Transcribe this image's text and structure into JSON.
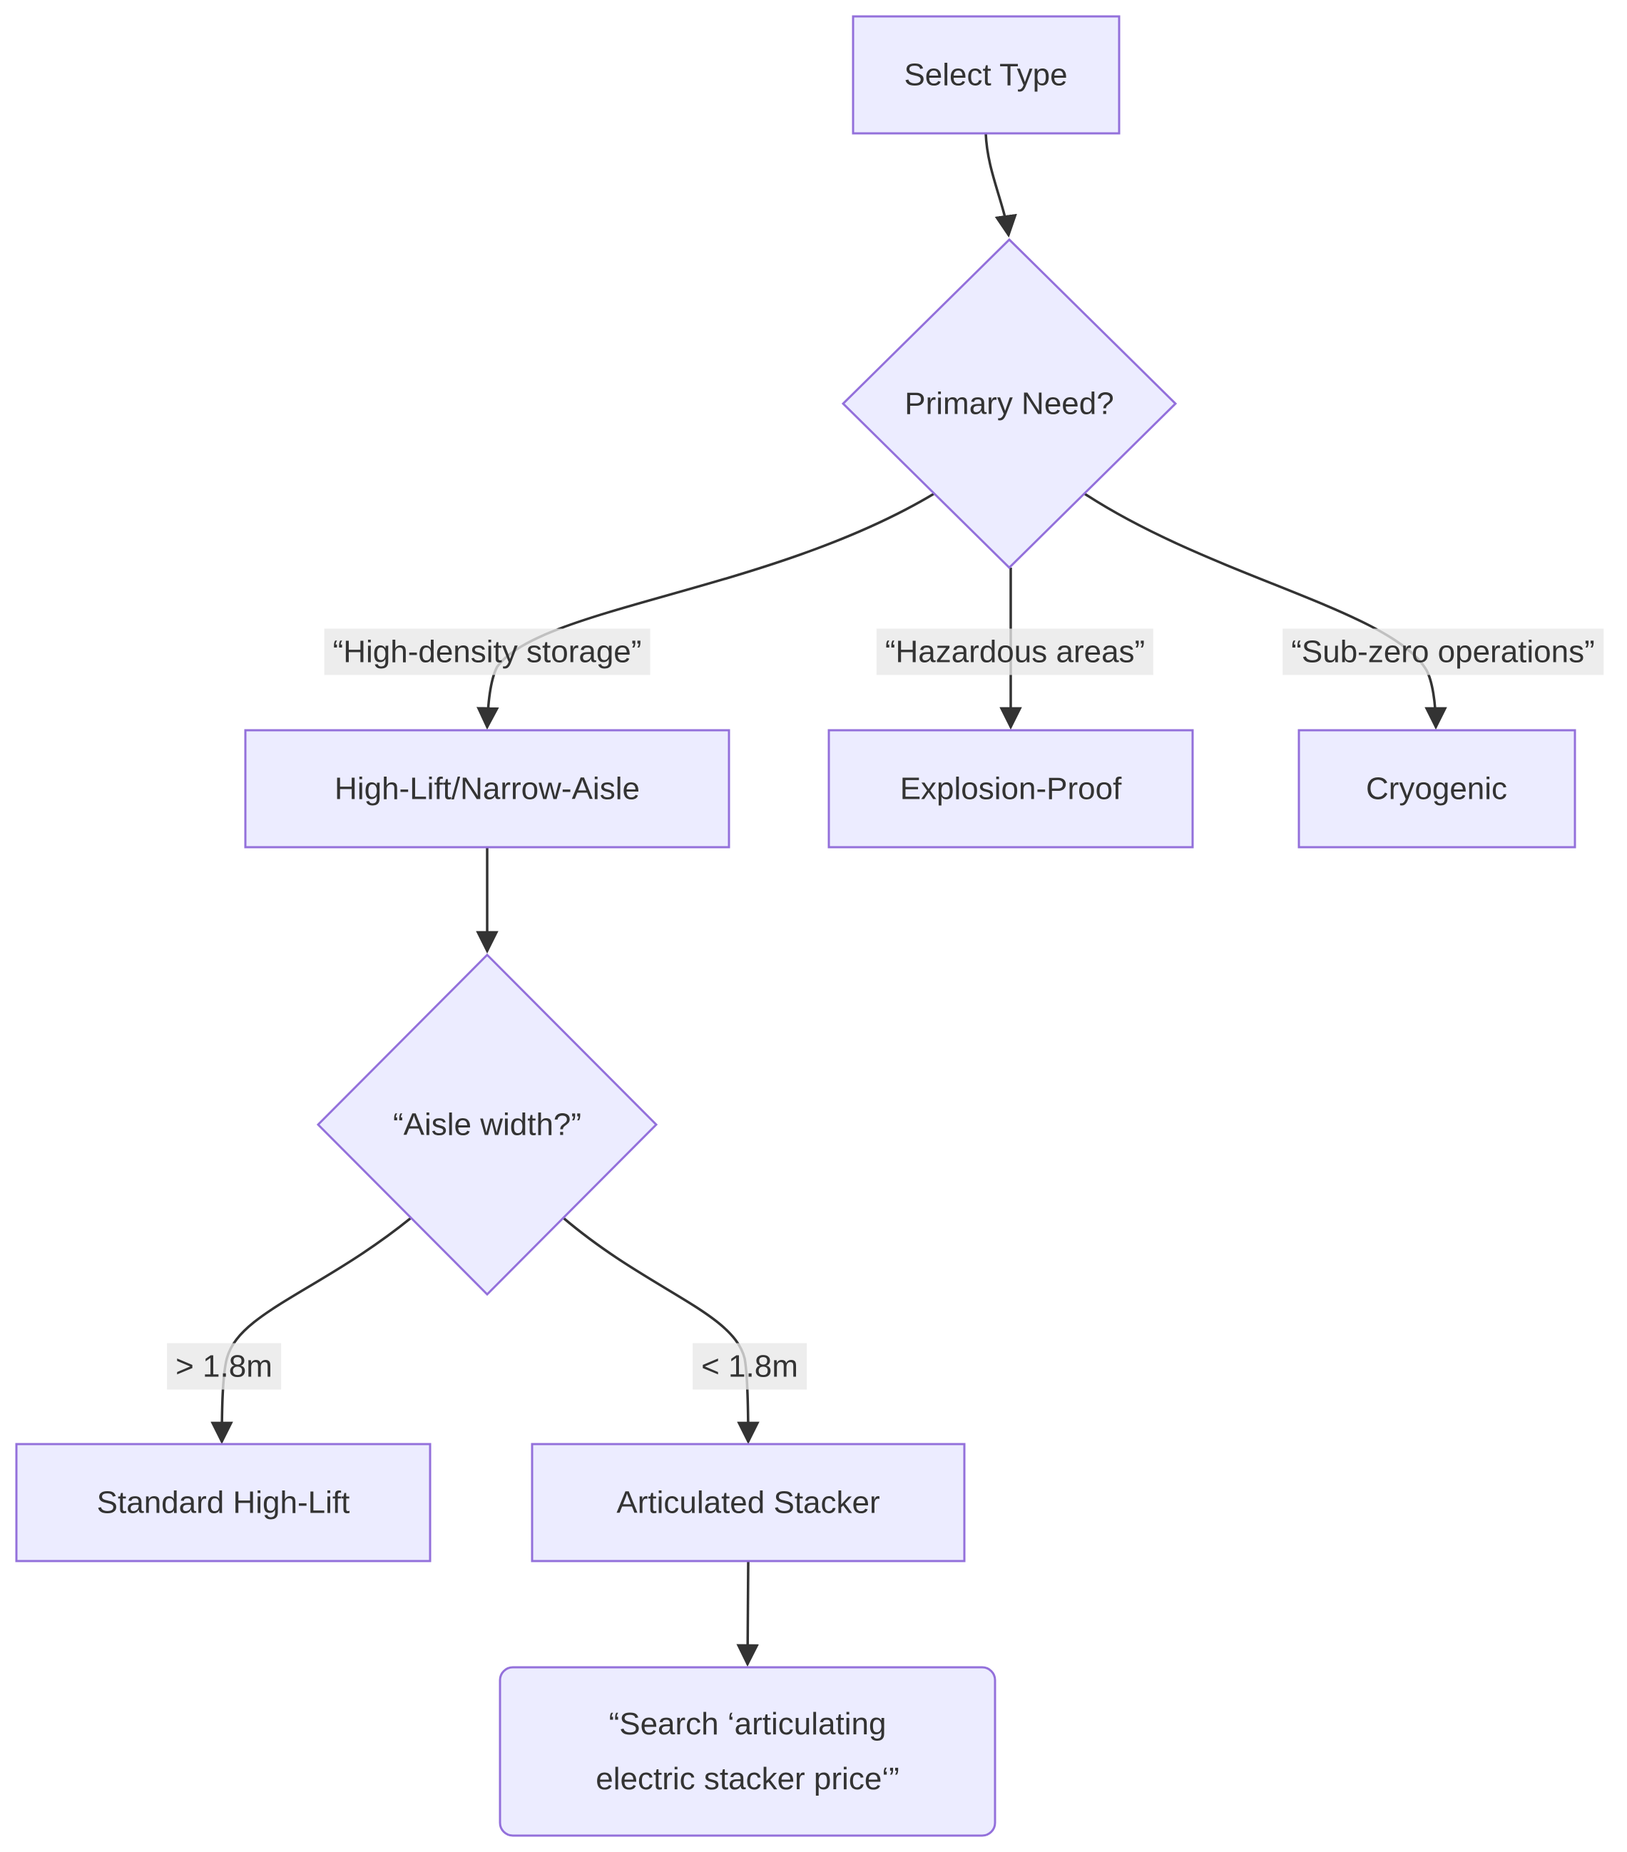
{
  "diagram": {
    "type": "flowchart",
    "direction": "top-down",
    "nodes": [
      {
        "id": "select-type",
        "shape": "rect",
        "label": "Select Type"
      },
      {
        "id": "primary-need",
        "shape": "diamond",
        "label": "Primary Need?"
      },
      {
        "id": "high-lift-narrow-aisle",
        "shape": "rect",
        "label": "High-Lift/Narrow-Aisle"
      },
      {
        "id": "explosion-proof",
        "shape": "rect",
        "label": "Explosion-Proof"
      },
      {
        "id": "cryogenic",
        "shape": "rect",
        "label": "Cryogenic"
      },
      {
        "id": "aisle-width",
        "shape": "diamond",
        "label": "“Aisle width?”"
      },
      {
        "id": "standard-high-lift",
        "shape": "rect",
        "label": "Standard High-Lift"
      },
      {
        "id": "articulated-stacker",
        "shape": "rect",
        "label": "Articulated Stacker"
      },
      {
        "id": "search-action",
        "shape": "rounded",
        "label_line1": "“Search ‘articulating",
        "label_line2": "electric stacker price‘”"
      }
    ],
    "edges": [
      {
        "from": "select-type",
        "to": "primary-need",
        "label": ""
      },
      {
        "from": "primary-need",
        "to": "high-lift-narrow-aisle",
        "label": "“High-density storage”"
      },
      {
        "from": "primary-need",
        "to": "explosion-proof",
        "label": "“Hazardous areas”"
      },
      {
        "from": "primary-need",
        "to": "cryogenic",
        "label": "“Sub-zero operations”"
      },
      {
        "from": "high-lift-narrow-aisle",
        "to": "aisle-width",
        "label": ""
      },
      {
        "from": "aisle-width",
        "to": "standard-high-lift",
        "label": "> 1.8m"
      },
      {
        "from": "aisle-width",
        "to": "articulated-stacker",
        "label": "< 1.8m"
      },
      {
        "from": "articulated-stacker",
        "to": "search-action",
        "label": ""
      }
    ],
    "colors": {
      "node_fill": "#ECECFF",
      "node_border": "#9370DB",
      "edge_color": "#333333",
      "text_color": "#333333",
      "edge_label_bg": "#e8e8e8",
      "canvas_bg": "#ffffff"
    }
  }
}
